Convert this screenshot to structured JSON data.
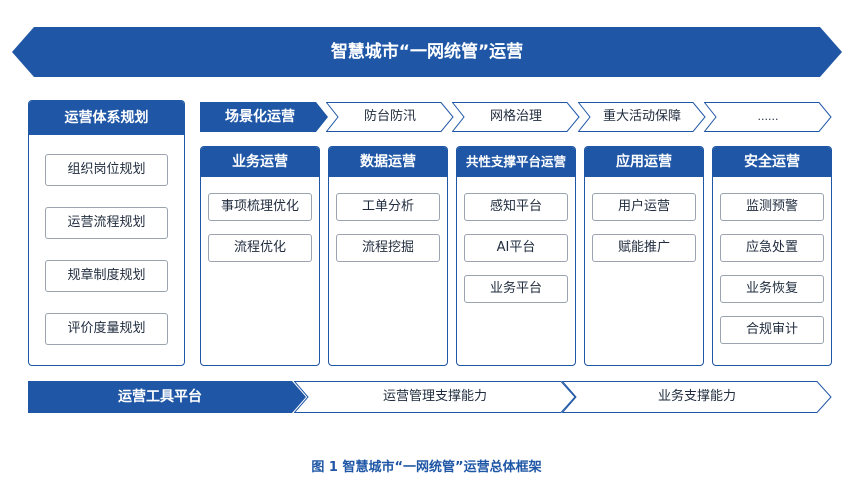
{
  "title": "智慧城市“一网统管”运营",
  "planning": {
    "header": "运营体系规划",
    "items": [
      "组织岗位规划",
      "运营流程规划",
      "规章制度规划",
      "评价度量规划"
    ]
  },
  "scenario_row": {
    "primary": "场景化运营",
    "items": [
      "防台防汛",
      "网格治理",
      "重大活动保障",
      "......"
    ]
  },
  "columns": [
    {
      "header": "业务运营",
      "items": [
        "事项梳理优化",
        "流程优化"
      ]
    },
    {
      "header": "数据运营",
      "items": [
        "工单分析",
        "流程挖掘"
      ]
    },
    {
      "header": "共性支撑平台运营",
      "items": [
        "感知平台",
        "AI平台",
        "业务平台"
      ]
    },
    {
      "header": "应用运营",
      "items": [
        "用户运营",
        "赋能推广"
      ]
    },
    {
      "header": "安全运营",
      "items": [
        "监测预警",
        "应急处置",
        "业务恢复",
        "合规审计"
      ]
    }
  ],
  "tools_row": {
    "primary": "运营工具平台",
    "items": [
      "运营管理支撑能力",
      "业务支撑能力"
    ]
  },
  "caption": "图 1 智慧城市“一网统管”运营总体框架",
  "colors": {
    "accent": "#1f57a6",
    "border": "#9aa3ae"
  }
}
